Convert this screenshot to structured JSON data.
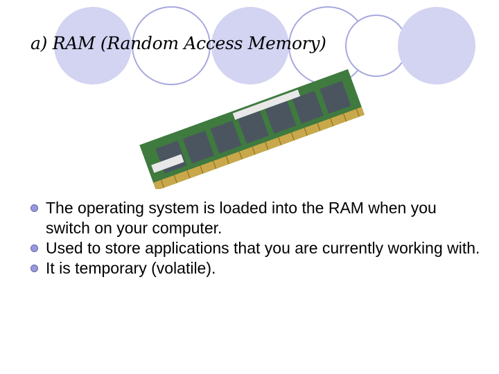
{
  "slide": {
    "title": "a) RAM (Random Access Memory)",
    "image": "ram-memory-module",
    "bullets": [
      "The operating system is loaded into the RAM when you switch on your computer.",
      "Used to store applications that you are currently working with.",
      "It is temporary (volatile)."
    ],
    "theme": {
      "circle_fill": "#d3d3f2",
      "circle_stroke": "#a8a8e0",
      "bullet_color": "#9999dd",
      "pcb_color": "#3f7a3f"
    }
  }
}
